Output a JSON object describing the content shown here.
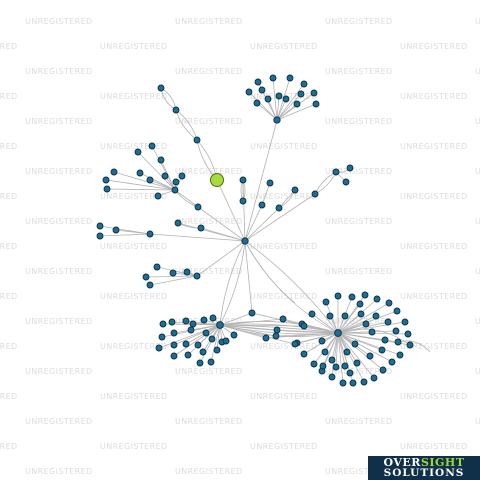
{
  "watermark": {
    "text": "UNREGISTERED"
  },
  "logo": {
    "line1_a": "OVER",
    "line1_b": "SIGHT",
    "line2": "SOLUTIONS"
  },
  "colors": {
    "node": "#1d6e92",
    "focus_node": "#a6dc3c",
    "edge": "#b3b3b3",
    "watermark": "#dcdcdc",
    "logo_bg": "#10304a"
  }
}
